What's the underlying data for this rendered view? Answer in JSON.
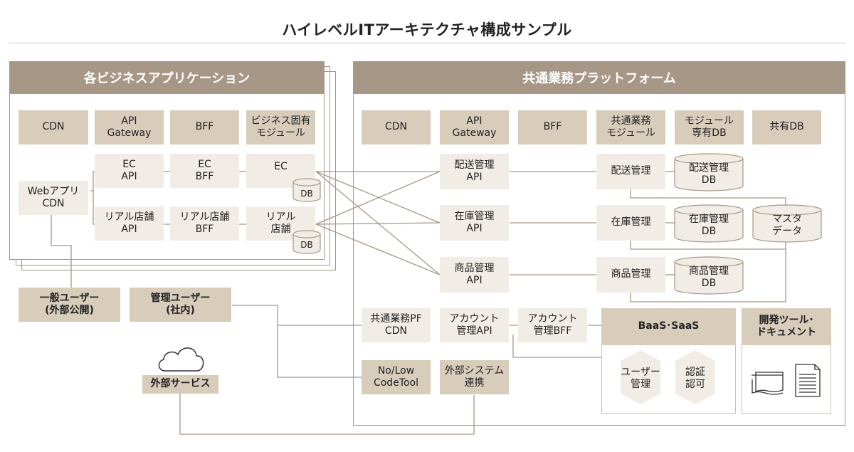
{
  "title": "ハイレベルITアーキテクチャ構成サンプル",
  "left_panel": {
    "header": "各ビジネスアプリケーション",
    "top_row": [
      "CDN",
      "API\nGateway",
      "BFF",
      "ビジネス固有\nモジュール"
    ],
    "web_app": "Webアプリ\nCDN",
    "ec_api": "EC\nAPI",
    "ec_bff": "EC\nBFF",
    "ec": "EC",
    "ec_db": "DB",
    "store_api": "リアル店舗\nAPI",
    "store_bff": "リアル店舗\nBFF",
    "store": "リアル\n店舗",
    "store_db": "DB"
  },
  "right_panel": {
    "header": "共通業務プラットフォーム",
    "top_row": [
      "CDN",
      "API\nGateway",
      "BFF",
      "共通業務\nモジュール",
      "モジュール\n専有DB",
      "共有DB"
    ],
    "apis": [
      "配送管理\nAPI",
      "在庫管理\nAPI",
      "商品管理\nAPI"
    ],
    "modules": [
      "配送管理",
      "在庫管理",
      "商品管理"
    ],
    "dbs": [
      "配送管理\nDB",
      "在庫管理\nDB",
      "商品管理\nDB"
    ],
    "master_data": "マスタ\nデータ",
    "common_cdn": "共通業務PF\nCDN",
    "account_api": "アカウント\n管理API",
    "account_bff": "アカウント\n管理BFF",
    "nocode": "No/Low\nCodeTool",
    "external_link": "外部システム\n連携",
    "baas": {
      "header": "BaaS･SaaS",
      "items": [
        "ユーザー\n管理",
        "認証\n認可"
      ]
    },
    "devtools": {
      "header": "開発ツール･\nドキュメント"
    }
  },
  "users": {
    "general": "一般ユーザー\n(外部公開)",
    "admin": "管理ユーザー\n(社内)"
  },
  "external_service": "外部サービス",
  "colors": {
    "header": "#a69787",
    "box_dark": "#d8ccbb",
    "box_light": "#f1ece5",
    "line": "#a69787"
  }
}
